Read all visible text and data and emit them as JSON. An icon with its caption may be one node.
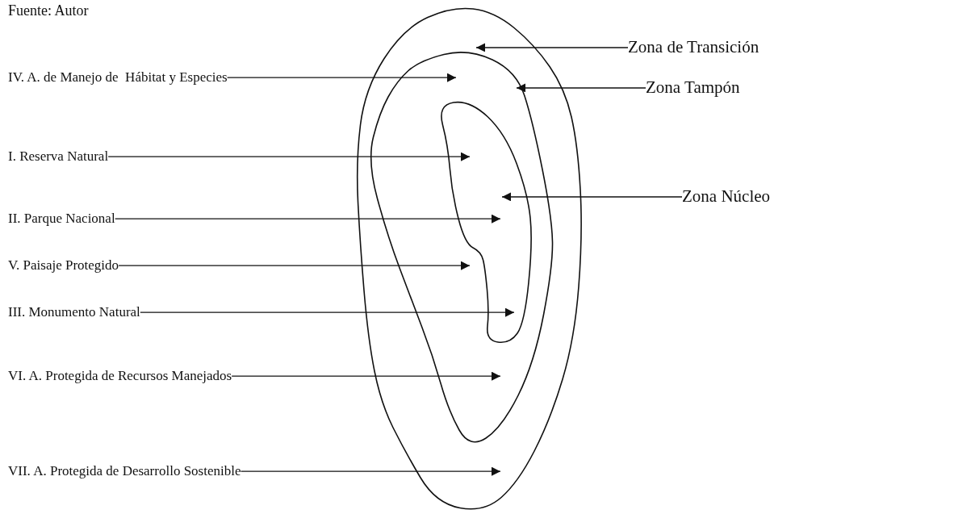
{
  "diagram": {
    "nodes": [
      {
        "text": [],
        "shape": "blob"
      },
      {
        "text": [],
        "shape": "blob",
        "in": 0
      },
      {
        "text": [],
        "shape": "blob",
        "in": 1
      },
      {
        "text": [
          "Zona de Transición"
        ]
      },
      {
        "text": [
          "IV. A. de Manejo de  Hábitat y Especies"
        ]
      },
      {
        "text": [
          "Zona Tampón"
        ]
      },
      {
        "text": [
          "I. Reserva Natural"
        ]
      },
      {
        "text": [
          "Zona Núcleo"
        ]
      },
      {
        "text": [
          "II. Parque Nacional"
        ]
      },
      {
        "text": [
          "V. Paisaje Protegido"
        ]
      },
      {
        "text": [
          "III. Monumento Natural"
        ]
      },
      {
        "text": [
          "VI. A. Protegida de Recursos Manejados"
        ]
      },
      {
        "text": [
          "VII. A. Protegida de Desarrollo Sostenible"
        ]
      }
    ],
    "edges": [
      {
        "from": 3,
        "to": 0,
        "arrow": "to"
      },
      {
        "from": 4,
        "to": 1,
        "arrow": "to"
      },
      {
        "from": 5,
        "to": 1,
        "arrow": "to"
      },
      {
        "from": 6,
        "to": 2,
        "arrow": "to"
      },
      {
        "from": 7,
        "to": 2,
        "arrow": "to"
      },
      {
        "from": 8,
        "to": 2,
        "arrow": "to"
      },
      {
        "from": 9,
        "to": 1,
        "arrow": "to"
      },
      {
        "from": 10,
        "to": 2,
        "arrow": "to"
      },
      {
        "from": 11,
        "to": 1,
        "arrow": "to"
      },
      {
        "from": 12,
        "to": 0,
        "arrow": "to"
      }
    ],
    "labels": [
      "Fuente: Autor"
    ]
  }
}
